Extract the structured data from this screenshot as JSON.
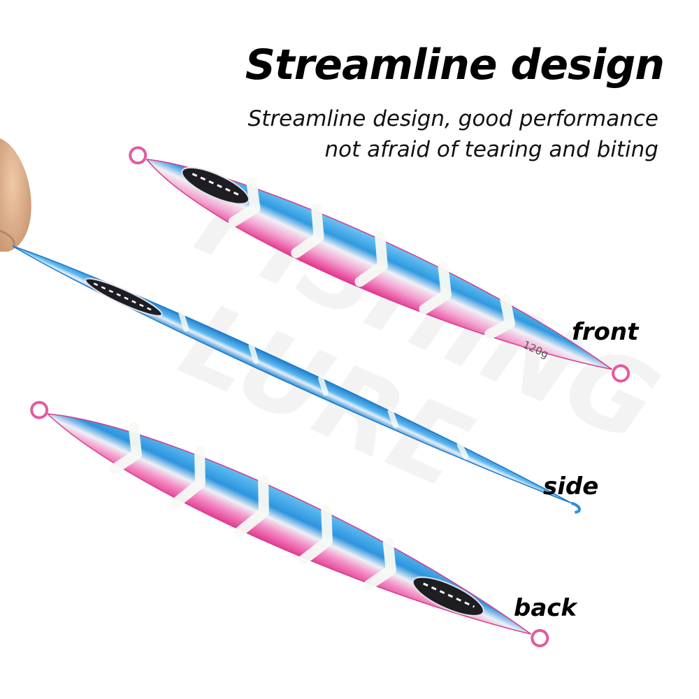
{
  "heading": {
    "title": "Streamline design"
  },
  "subtitle": {
    "line1": "Streamline design, good performance",
    "line2": "not afraid of tearing and biting"
  },
  "watermark": {
    "line1": "FISHING",
    "line2": "LURE"
  },
  "lure": {
    "weight_marking": "120g"
  },
  "views": {
    "front": "front",
    "side": "side",
    "back": "back"
  },
  "colors": {
    "blue": "#2f9ae0",
    "pink": "#e9409a",
    "silver": "#e8e8f0",
    "band": "#f4f6f2"
  },
  "icons": [
    "split-ring-icon",
    "lure-eye-icon"
  ]
}
